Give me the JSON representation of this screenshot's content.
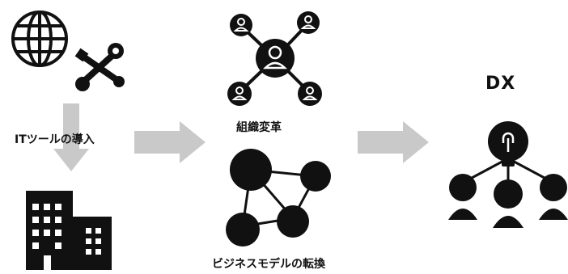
{
  "labels": {
    "it_intro": "ITツールの導入",
    "org_change": "組織変革",
    "biz_transform": "ビジネスモデルの転換",
    "dx": "DX"
  },
  "icons": {
    "globe": "globe-icon",
    "tools": "wrench-screwdriver-icon",
    "building": "office-building-icon",
    "org_network": "people-network-icon",
    "biz_network": "node-network-icon",
    "bulb": "lightbulb-icon",
    "people": "people-group-icon"
  },
  "colors": {
    "ink": "#111111",
    "arrow": "#c9c9c9"
  }
}
